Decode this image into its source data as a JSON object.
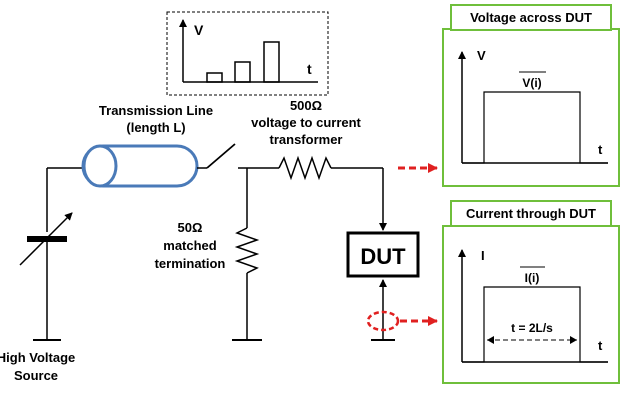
{
  "inset_top": {
    "y_label": "V",
    "x_label": "t"
  },
  "transmission_line": {
    "line1": "Transmission Line",
    "line2": "(length L)"
  },
  "transformer": {
    "line1": "500Ω",
    "line2": "voltage to current",
    "line3": "transformer"
  },
  "termination": {
    "line1": "50Ω",
    "line2": "matched",
    "line3": "termination"
  },
  "source": {
    "line1": "High Voltage",
    "line2": "Source"
  },
  "dut": {
    "label": "DUT"
  },
  "voltage_panel": {
    "title": "Voltage across DUT",
    "y_label": "V",
    "x_label": "t",
    "pulse_label": "V(i)"
  },
  "current_panel": {
    "title": "Current through DUT",
    "y_label": "I",
    "x_label": "t",
    "pulse_label": "I(i)",
    "width_label": "t = 2L/s"
  },
  "colors": {
    "green_border": "#6fbf3b",
    "cable_blue": "#4a7ab8",
    "arrow_red": "#e02020"
  }
}
